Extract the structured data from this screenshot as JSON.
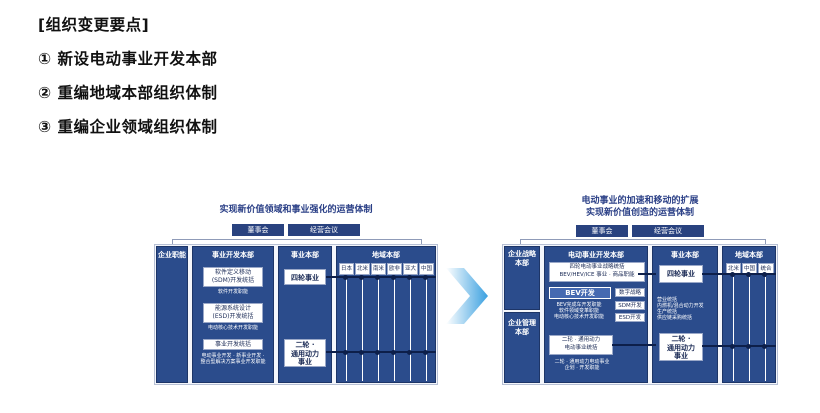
{
  "header": {
    "title": "[组织变更要点]",
    "points": [
      "① 新设电动事业开发本部",
      "② 重编地域本部组织体制",
      "③ 重编企业领域组织体制"
    ]
  },
  "left": {
    "title": "实现新价值领域和事业强化的运营体制",
    "board": "董事会",
    "mgmt": "经营会议",
    "corporate": "企业职能",
    "devdiv": "事业开发本部",
    "bizdiv": "事业本部",
    "regiondiv": "地域本部",
    "box1": [
      "软件定义移动",
      "(SDM)开发统括"
    ],
    "note1": "软件开发职能",
    "box2": [
      "能源系统设计",
      "(ESD)开发统括"
    ],
    "note2": "电动核心技术开发职能",
    "box3": [
      "事业开发统括"
    ],
    "note3": [
      "电动事业开发 · 新事业开发 ·",
      "整合型解决方案事业开发职能"
    ],
    "biz1": "四轮事业",
    "biz2": [
      "二轮 ·",
      "通用动力",
      "事业"
    ],
    "regions": [
      "日本",
      "北米",
      "南米",
      "欧非",
      "亚大",
      "中国"
    ]
  },
  "right": {
    "title1": "电动事业的加速和移动的扩展",
    "title2": "实现新价值创造的运营体制",
    "board": "董事会",
    "mgmt": "经营会议",
    "corp_strategy": [
      "企业战略",
      "本部"
    ],
    "corp_mgmt": [
      "企业管理",
      "本部"
    ],
    "evdiv": "电动事业开发本部",
    "bizdiv": "事业本部",
    "regiondiv": "地域本部",
    "ev_box1": [
      "四轮电动事业战略统括",
      "BEV/HEV/ICE 事业 · 商品职能"
    ],
    "bev": "BEV开发",
    "tag1": "数字战略",
    "ev_note": [
      "BEV完成车开发职能",
      "软件领域变革职能",
      "电动核心技术开发职能"
    ],
    "tag2": "SDM开发",
    "tag3": "ESD开发",
    "ev_box2": [
      "二轮 · 通用动力",
      "电动事业统括"
    ],
    "ev_note2": [
      "二轮 · 通用动力电动事业",
      "企划 · 开发职能"
    ],
    "biz1": "四轮事业",
    "biz_note": [
      "营业统括",
      "内燃机/混合动力开发",
      "生产统括",
      "供应链采购统括"
    ],
    "biz2": [
      "二轮 ·",
      "通用动力",
      "事业"
    ],
    "regions": [
      "北米",
      "中国",
      "统合"
    ]
  }
}
